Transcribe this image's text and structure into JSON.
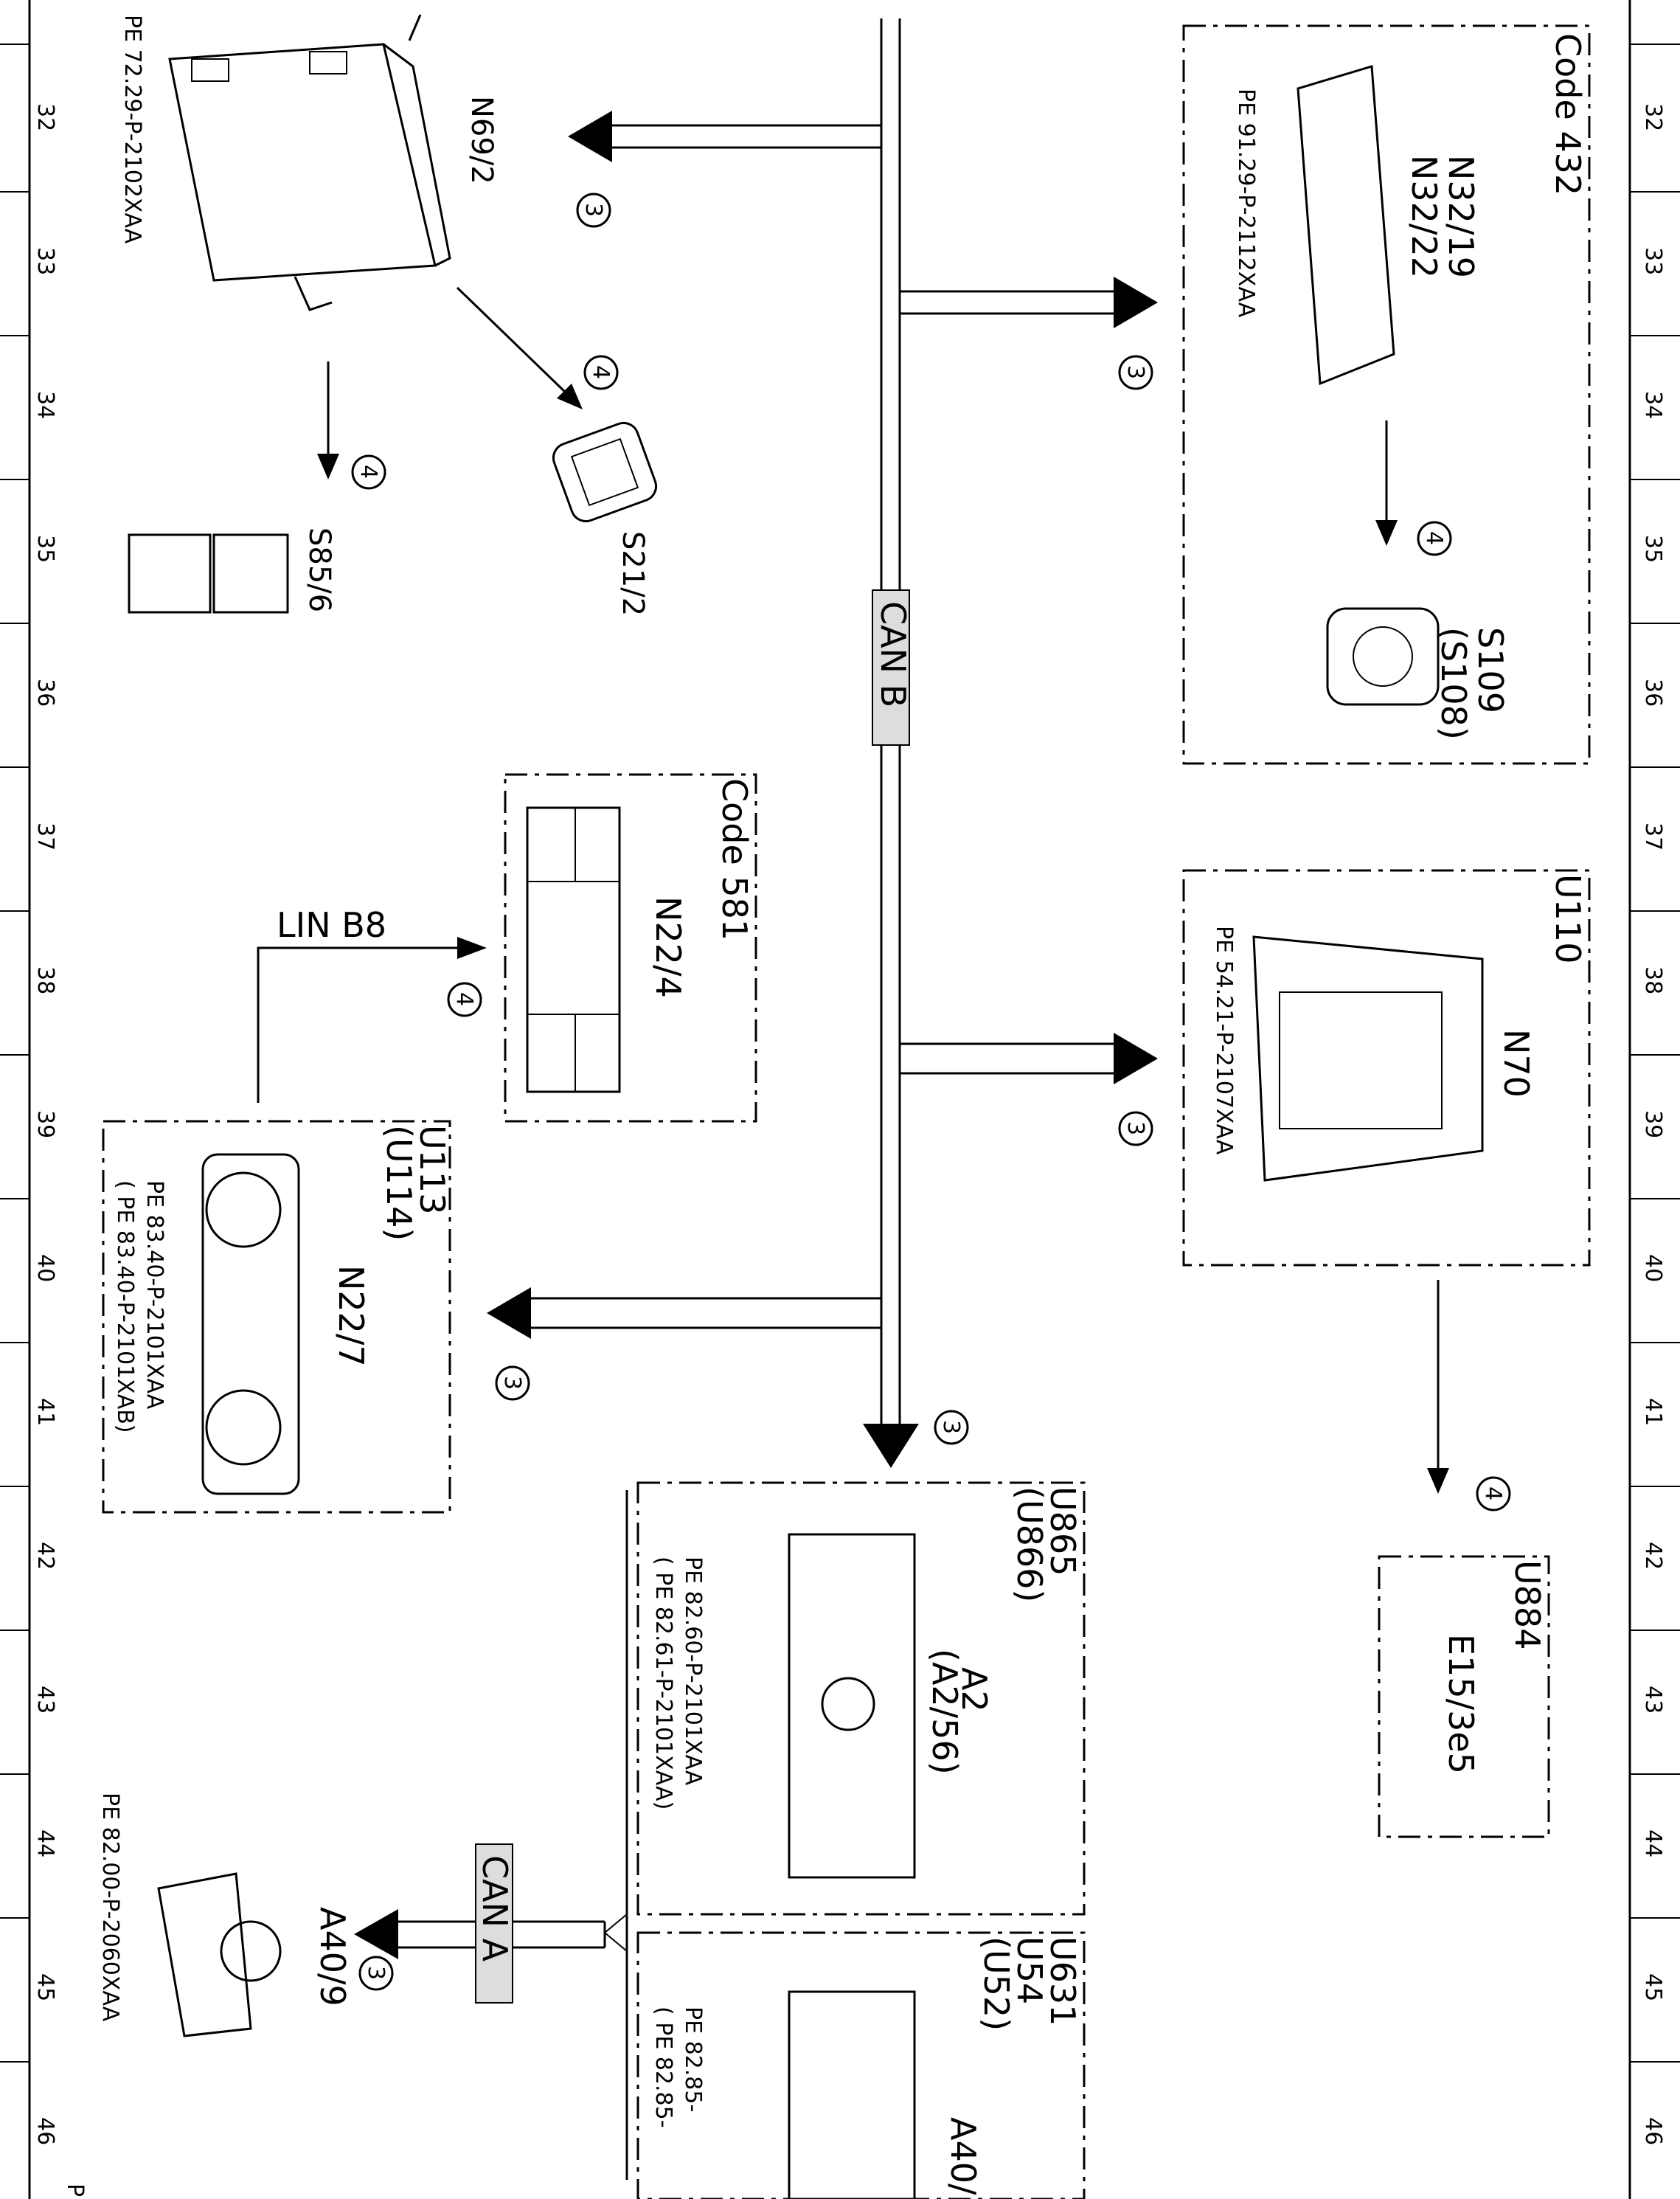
{
  "ruler": {
    "numbers": [
      "32",
      "33",
      "34",
      "35",
      "36",
      "37",
      "38",
      "39",
      "40",
      "41",
      "42",
      "43",
      "44",
      "45",
      "46"
    ]
  },
  "bus": {
    "can_b": "CAN B",
    "can_a": "CAN A",
    "lin": "LIN B8"
  },
  "markers": {
    "three": "3",
    "four": "4"
  },
  "components": {
    "n69_2": {
      "label": "N69/2",
      "pe": "PE 72.29-P-2102XAA"
    },
    "s21_2": {
      "label": "S21/2"
    },
    "s85_6": {
      "label": "S85/6"
    },
    "code432": {
      "code": "Code 432",
      "label1": "N32/19",
      "label2": "N32/22",
      "pe": "PE 91.29-P-2112XAA"
    },
    "s109": {
      "label1": "S109",
      "label2": "(S108)"
    },
    "code581": {
      "code": "Code 581",
      "label": "N22/4"
    },
    "u110": {
      "code": "U110",
      "label": "N70",
      "pe": "PE 54.21-P-2107XAA"
    },
    "u113": {
      "code1": "U113",
      "code2": "(U114)",
      "label": "N22/7",
      "pe1": "PE 83.40-P-2101XAA",
      "pe2": "(  PE 83.40-P-2101XAB)"
    },
    "u884": {
      "code": "U884",
      "label": "E15/3e5"
    },
    "u865": {
      "code1": "U865",
      "code2": "(U866)",
      "label1": "A2",
      "label2": "(A2/56)",
      "pe1": "PE 82.60-P-2101XAA",
      "pe2": "(  PE 82.61-P-2101XAA)"
    },
    "u631": {
      "code1": "U631",
      "code2": "U54",
      "code3": "(U52)",
      "label": "A40/",
      "pe1": "PE 82.85-",
      "pe2": "(  PE 82.85-"
    },
    "a40_9": {
      "label": "A40/9",
      "pe": "PE 82.00-P-2060XAA"
    }
  },
  "footer": {
    "p": "P"
  }
}
